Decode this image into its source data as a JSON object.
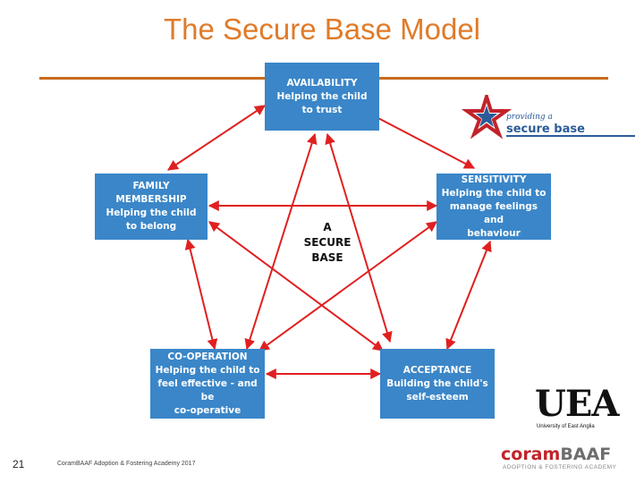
{
  "title": "The Secure Base Model",
  "center_label": [
    "A",
    "SECURE",
    "BASE"
  ],
  "boxes": {
    "availability": [
      "AVAILABILITY",
      "Helping the child",
      "to trust"
    ],
    "sensitivity": [
      "SENSITIVITY",
      "Helping the child to",
      "manage feelings and",
      "behaviour"
    ],
    "family": [
      "FAMILY MEMBERSHIP",
      "Helping the child",
      "to belong"
    ],
    "cooperation": [
      "CO-OPERATION",
      "Helping the child to",
      "feel effective - and be",
      "co-operative"
    ],
    "acceptance": [
      "ACCEPTANCE",
      "Building the child's",
      "self-esteem"
    ]
  },
  "logos": {
    "secure_base_top": "providing a",
    "secure_base_main": "secure base",
    "uea_letters": "UEA",
    "uea_sub": "University of East Anglia",
    "coram_a": "coram",
    "coram_b": "BAAF",
    "coram_sub": "ADOPTION & FOSTERING ACADEMY"
  },
  "footer": {
    "slide_number": "21",
    "text": "CoramBAAF Adoption & Fostering Academy 2017"
  },
  "colors": {
    "title": "#e07b2a",
    "rule": "#c96a1e",
    "box": "#3a86c8",
    "arrow": "#e02020"
  }
}
